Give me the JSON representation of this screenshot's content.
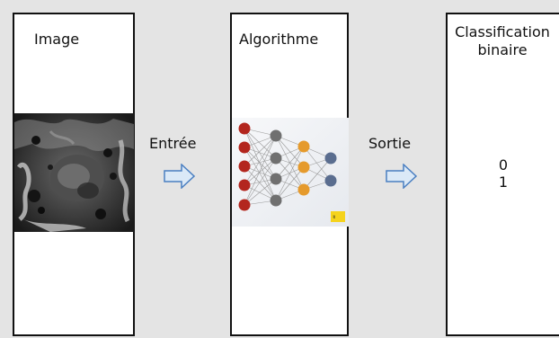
{
  "panels": {
    "image": {
      "title": "Image"
    },
    "algorithm": {
      "title": "Algorithme"
    },
    "classification": {
      "title_line1": "Classification",
      "title_line2": "binaire",
      "outputs": [
        "0",
        "1"
      ]
    }
  },
  "flow": {
    "input_label": "Entrée",
    "output_label": "Sortie"
  },
  "colors": {
    "background": "#e4e4e4",
    "arrow_fill": "#dbe9f7",
    "arrow_stroke": "#4a7fc1",
    "input_nodes": "#b3261e",
    "hidden_nodes": "#707070",
    "orange_nodes": "#e59a2c",
    "output_nodes": "#5a6d8f",
    "badge": "#f5d31c"
  }
}
